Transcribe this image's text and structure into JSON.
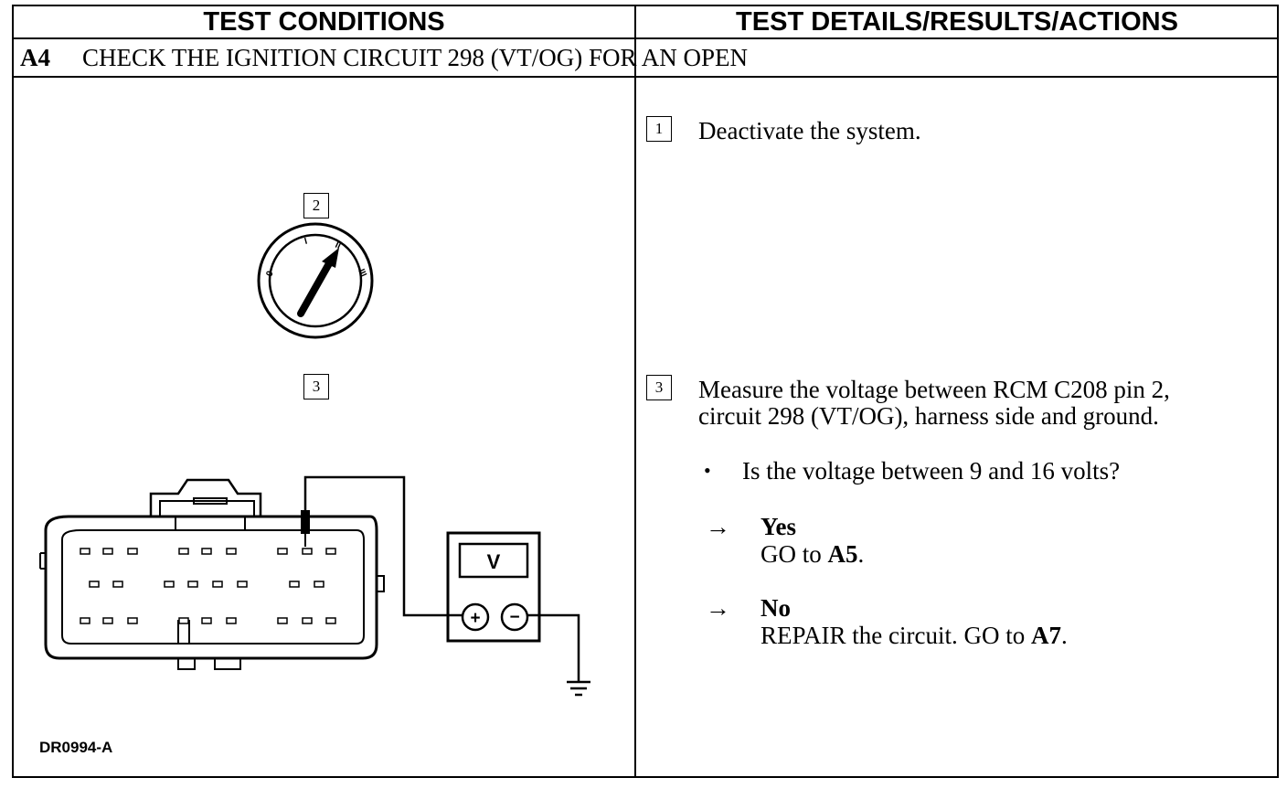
{
  "header": {
    "left_title": "TEST CONDITIONS",
    "right_title": "TEST DETAILS/RESULTS/ACTIONS"
  },
  "step": {
    "code": "A4",
    "title": "CHECK THE IGNITION CIRCUIT 298 (VT/OG) FOR AN OPEN"
  },
  "illustration": {
    "step_markers": [
      "2",
      "3"
    ],
    "ignition_positions": [
      "0",
      "I",
      "II",
      "III"
    ],
    "meter_symbol": "V",
    "meter_plus": "+",
    "meter_minus": "−",
    "figure_id": "DR0994-A"
  },
  "details": {
    "step1": {
      "number": "1",
      "text": "Deactivate the system."
    },
    "step3": {
      "number": "3",
      "text_line1": "Measure the voltage between RCM C208 pin 2,",
      "text_line2": "circuit 298 (VT/OG), harness side and ground.",
      "bullet": "•",
      "question": "Is the voltage between 9 and 16 volts?",
      "arrow": "→",
      "yes_label": "Yes",
      "yes_action_prefix": "GO to ",
      "yes_action_target": "A5",
      "yes_action_suffix": ".",
      "no_label": "No",
      "no_action_prefix": "REPAIR the circuit. GO to ",
      "no_action_target": "A7",
      "no_action_suffix": "."
    }
  }
}
